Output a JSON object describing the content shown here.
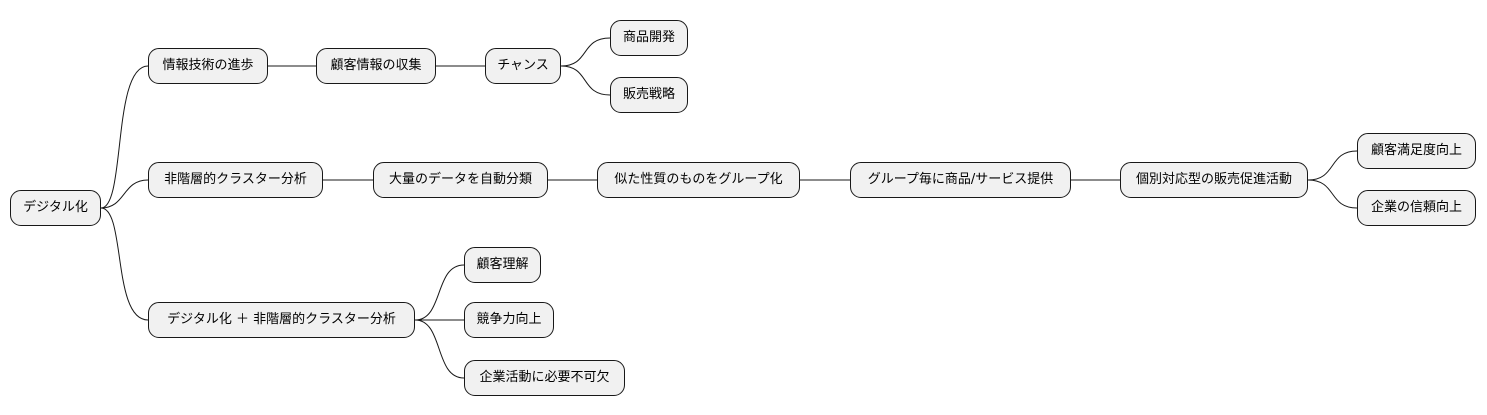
{
  "mindmap": {
    "root": {
      "label": "デジタル化"
    },
    "branch1": {
      "label": "情報技術の進歩",
      "collect": "顧客情報の収集",
      "chance": "チャンス",
      "product_dev": "商品開発",
      "sales_strategy": "販売戦略"
    },
    "branch2": {
      "label": "非階層的クラスター分析",
      "classify": "大量のデータを自動分類",
      "group": "似た性質のものをグループ化",
      "offer": "グループ毎に商品/サービス提供",
      "promo": "個別対応型の販売促進活動",
      "satisfaction": "顧客満足度向上",
      "trust": "企業の信頼向上"
    },
    "branch3": {
      "label": "デジタル化 ＋ 非階層的クラスター分析",
      "understanding": "顧客理解",
      "competitiveness": "競争力向上",
      "essential": "企業活動に必要不可欠"
    }
  }
}
